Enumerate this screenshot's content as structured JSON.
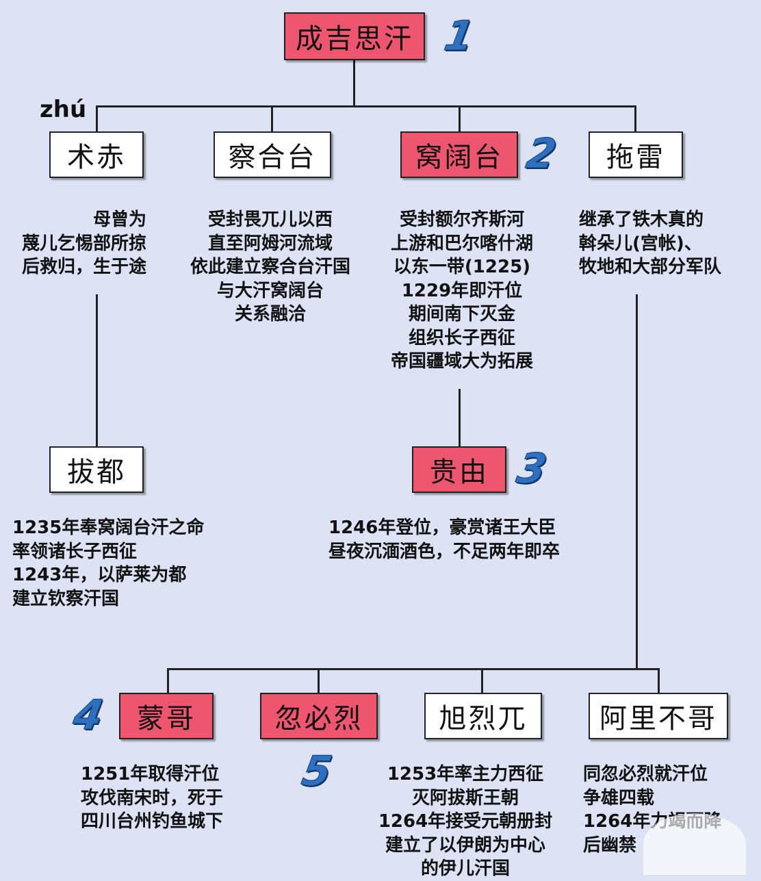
{
  "nodes": {
    "genghis": {
      "name": "成吉思汗",
      "number": "1"
    },
    "jochi": {
      "name": "术赤",
      "pinyin": "zhú",
      "desc": [
        "母曾为",
        "蔑儿乞惕部所掠",
        "后救归，生于途"
      ]
    },
    "chagatai": {
      "name": "察合台",
      "desc": [
        "受封畏兀儿以西",
        "直至阿姆河流域",
        "依此建立察合台汗国",
        "与大汗窝阔台",
        "关系融洽"
      ]
    },
    "ogedei": {
      "name": "窝阔台",
      "number": "2",
      "desc": [
        "受封额尔齐斯河",
        "上游和巴尔喀什湖",
        "以东一带(1225)",
        "1229年即汗位",
        "期间南下灭金",
        "组织长子西征",
        "帝国疆域大为拓展"
      ]
    },
    "tolui": {
      "name": "拖雷",
      "desc": [
        "继承了铁木真的",
        "斡朵儿(宫帐)、",
        "牧地和大部分军队"
      ]
    },
    "batu": {
      "name": "拔都",
      "desc": [
        "1235年奉窝阔台汗之命",
        "率领诸长子西征",
        "1243年，以萨莱为都",
        "建立钦察汗国"
      ]
    },
    "guyuk": {
      "name": "贵由",
      "number": "3",
      "desc": [
        "1246年登位，豪赏诸王大臣",
        "昼夜沉湎酒色，不足两年即卒"
      ]
    },
    "mongke": {
      "name": "蒙哥",
      "number": "4",
      "desc": [
        "1251年取得汗位",
        "攻伐南宋时，死于",
        "四川台州钓鱼城下"
      ]
    },
    "kublai": {
      "name": "忽必烈",
      "number": "5"
    },
    "hulagu": {
      "name": "旭烈兀",
      "desc": [
        "1253年率主力西征",
        "灭阿拔斯王朝",
        "1264年接受元朝册封",
        "建立了以伊朗为中心",
        "的伊儿汗国"
      ]
    },
    "ariqboke": {
      "name": "阿里不哥",
      "desc": [
        "同忽必烈就汗位",
        "争雄四载",
        "1264年力竭而降",
        "后幽禁"
      ]
    }
  },
  "colors": {
    "background": "#dde3f4",
    "highlight_box": "#ee5670",
    "plain_box": "#ffffff",
    "number": "#2f6fbf",
    "line": "#222222"
  }
}
